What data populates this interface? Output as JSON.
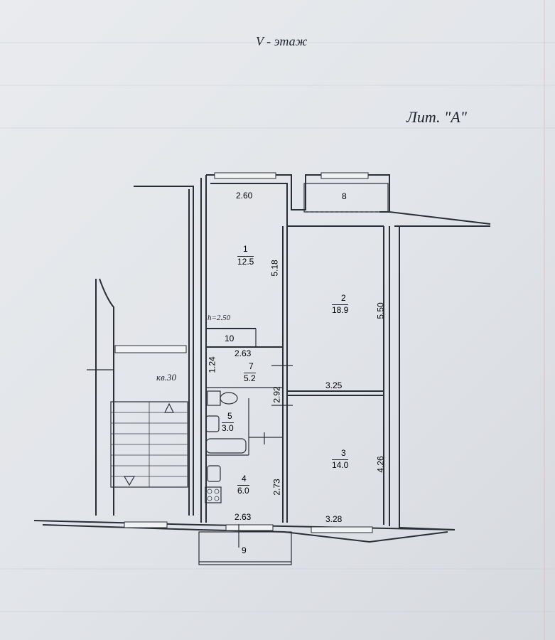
{
  "floor_title": "V - этаж",
  "litera": "Лит. \"А\"",
  "neighbor_apartment": "кв.30",
  "ceiling_height": "h=2.50",
  "rooms": [
    {
      "number": "1",
      "area": "12.5"
    },
    {
      "number": "2",
      "area": "18.9"
    },
    {
      "number": "3",
      "area": "14.0"
    },
    {
      "number": "4",
      "area": "6.0"
    },
    {
      "number": "5",
      "area": "3.0"
    },
    {
      "number": "7",
      "area": "5.2"
    },
    {
      "number": "8",
      "area": ""
    },
    {
      "number": "9",
      "area": ""
    },
    {
      "number": "10",
      "area": ""
    }
  ],
  "dimensions": {
    "room1_width": "2.60",
    "room1_length": "5.18",
    "room2_length": "5.50",
    "room2_3_width": "3.25",
    "room3_length": "4.26",
    "room3_width": "3.28",
    "hall_width": "2.63",
    "hall_depth": "1.24",
    "corridor_length": "2.92",
    "kitchen_length": "2.73",
    "kitchen_width": "2.63"
  }
}
